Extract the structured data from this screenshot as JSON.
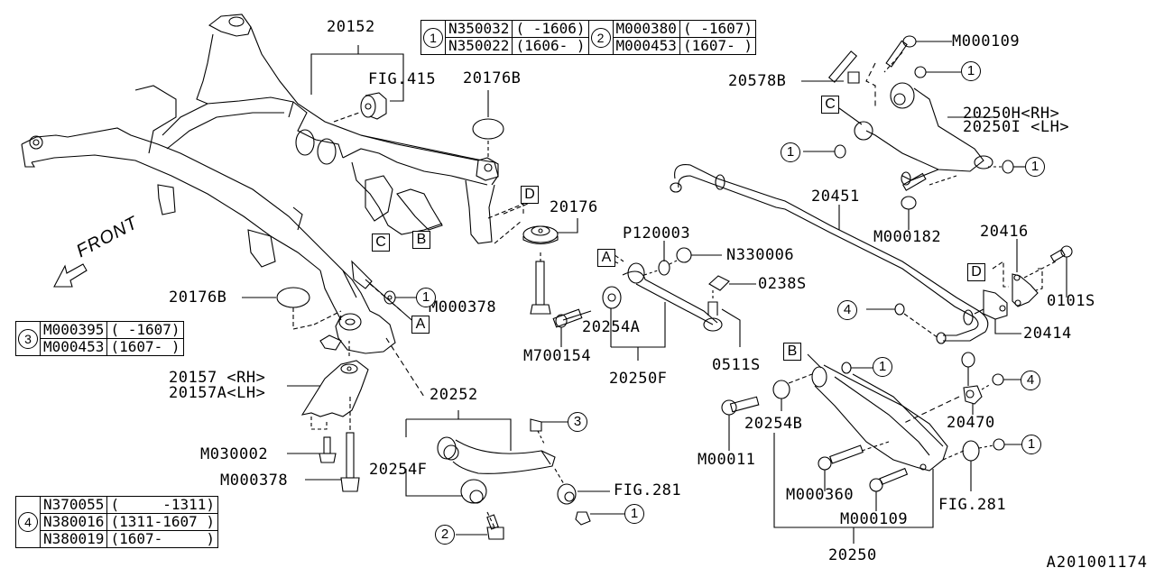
{
  "diagram": {
    "figure_id": "A201001174",
    "direction_label": "FRONT"
  },
  "legend_tables": [
    {
      "ref": "1",
      "rows": [
        {
          "part": "N350032",
          "range": "( -1606)"
        },
        {
          "part": "N350022",
          "range": "(1606- )"
        }
      ]
    },
    {
      "ref": "2",
      "rows": [
        {
          "part": "M000380",
          "range": "( -1607)"
        },
        {
          "part": "M000453",
          "range": "(1607- )"
        }
      ]
    },
    {
      "ref": "3",
      "rows": [
        {
          "part": "M000395",
          "range": "( -1607)"
        },
        {
          "part": "M000453",
          "range": "(1607- )"
        }
      ]
    },
    {
      "ref": "4",
      "rows": [
        {
          "part": "N370055",
          "range": "(     -1311)"
        },
        {
          "part": "N380016",
          "range": "(1311-1607 )"
        },
        {
          "part": "N380019",
          "range": "(1607-     )"
        }
      ]
    }
  ],
  "part_labels": {
    "p20152": "20152",
    "fig415": "FIG.415",
    "p20176B_top": "20176B",
    "p20176B_left": "20176B",
    "p20176": "20176",
    "m000378_mid": "M000378",
    "p20157_rh": "20157 <RH>",
    "p20157A_lh": "20157A<LH>",
    "m030002": "M030002",
    "m000378_low": "M000378",
    "p20252": "20252",
    "p20254F": "20254F",
    "fig281_mid": "FIG.281",
    "p120003": "P120003",
    "n330006": "N330006",
    "s0238": "0238S",
    "p20254A": "20254A",
    "m700154": "M700154",
    "p20250F": "20250F",
    "s0511": "0511S",
    "m000109_top": "M000109",
    "p20578B": "20578B",
    "p20250H_rh": "20250H<RH>",
    "p20250I_lh": "20250I <LH>",
    "m000182": "M000182",
    "p20451": "20451",
    "p20416": "20416",
    "s0101": "0101S",
    "p20414": "20414",
    "p20470": "20470",
    "p20254B": "20254B",
    "m00011": "M00011",
    "m000360": "M000360",
    "m000109_low": "M000109",
    "fig281_right": "FIG.281",
    "p20250": "20250"
  },
  "callouts": {
    "c1": "1",
    "c2": "2",
    "c3": "3",
    "c4": "4"
  },
  "reference_boxes": {
    "A": "A",
    "B": "B",
    "C": "C",
    "D": "D"
  }
}
